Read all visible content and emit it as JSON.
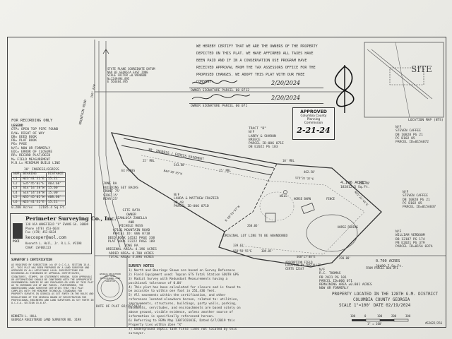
{
  "certificate": {
    "lines": [
      "WE HEREBY CERTIFY THAT WE ARE THE OWNERS OF THE PROPERTY",
      "DEPICTED ON THIS PLAT.  WE HAVE AFFIRMED ALL TAXES HAVE",
      "BEEN PAID AND IF IN A CONSERVATION USE PROGRAM HAVE",
      "RECEIVED APPROVAL FROM THE TAX ASSESSORS OFFICE FOR THE",
      "PROPOSED CHANGES.  WE ADOPT THIS PLAT WITH OUR FREE",
      "CONSENT."
    ],
    "signature_1_date": "2/20/2024",
    "owner_line_1": "OWNER SIGNATURE   PARCEL 00 0712",
    "signature_2_date": "2/20/2024",
    "owner_line_2": "OWNER SIGNATURE   PARCEL 00 071"
  },
  "approved_stamp": {
    "title": "APPROVED",
    "line1": "Columbia County",
    "line2": "Planning",
    "line3": "Commission",
    "date": "2-21-24"
  },
  "location_map": {
    "site_label": "SITE",
    "caption": "LOCATION MAP (NTS)"
  },
  "datum": {
    "lines": [
      "STATE PLANE COORDINATE DATUM",
      "NAD 83 GEORGIA EAST ZONE",
      "SCALE FACTOR =0.9998888",
      "N=1249494.895",
      "E 564484.495"
    ]
  },
  "recording": "FOR RECORDING ONLY",
  "legend": {
    "title": "LEGEND",
    "items": [
      "OTP= OPEN TOP PIPE FOUND",
      "R/W= RIGHT OF WAY",
      "DB= DEED BOOK",
      "PB= PLAT BOOK",
      "PG= PAGE",
      "N/F= NOW OR FORMERLY",
      "EOC= ERROR OF CLOSURE",
      "RP= RECORD PLAT/DEED",
      "M= FIELD MEASUREMENT",
      "M.B.L= MINIMUM BUILD LINE"
    ]
  },
  "easement_table": {
    "title": "30' INGRESS/EGRESS",
    "headers": [
      "NUM",
      "BEARING",
      "DISTANCE"
    ],
    "rows": [
      [
        "L1",
        "N23°41'52\"E",
        "15.21'"
      ],
      [
        "L2",
        "S35°45'02\"E",
        "403.68'"
      ],
      [
        "L3",
        "S14°14'58\"W",
        "15.00'"
      ],
      [
        "L4",
        "S14°14'58\"W",
        "15.00'"
      ],
      [
        "L5",
        "N35°45'02\"W",
        "408.66'"
      ],
      [
        "L6",
        "N23°41'52\"E",
        "15.21'"
      ]
    ],
    "area_label": "0.280   Acres",
    "area_sqft": "12185.4   Sq.Ft."
  },
  "company": {
    "name": "Perimeter Surveying Co., Inc.",
    "address": "138 ASA WAKEFIELD \"A\" EVANS GA. 30809",
    "phone": "Phone (478) 453-6634",
    "fax": "Fax (478) 453-6634",
    "email": "kecooper@aol.com",
    "surveyor": "Kenneth L. Hall, Jr. R.L.S. #3198",
    "coa": "COA#: LSF001123",
    "logo_text": "PSCI"
  },
  "surveyor_certification": {
    "title": "SURVEYOR'S CERTIFICATION",
    "text": "AS REQUIRED BY SUBSECTION (d) OF O.C.G.A. SECTION 15-6-67, THIS PLAT HAS BEEN PREPARED BY A LAND SURVEYOR AND APPROVED BY ALL APPLICABLE LOCAL JURISDICTIONS FOR RECORDING AS EVIDENCED BY APPROVAL CERTIFICATES, SIGNATURES, STAMPS, OR STATEMENTS HEREON. SUCH APPROVALS OR AFFIRMATIONS SHOULD BE CONFIRMED WITH THE APPROPRIATE GOVERNMENTAL BODIES BY ANY PURCHASER OR USER OF THIS PLAT AS TO INTENDED USE OF ANY PARCEL. FURTHERMORE, THE UNDERSIGNED LAND SURVEYOR CERTIFIES THAT THIS PLAT COMPLIES WITH THE MINIMUM TECHNICAL STANDARDS FOR PROPERTY SURVEYS IN GEORGIA AS SET FORTH IN THE RULES AND REGULATIONS OF THE GEORGIA BOARD OF REGISTRATION FOR PROFESSIONAL ENGINEERS AND LAND SURVEYORS AS SET FORTH IN O.C.G.A. SECTION 15-6-67.",
    "signer": "KENNETH L. HALL",
    "reg": "GEORGIA REGISTERED LAND SURVEYOR NO. 3198",
    "seal_text": "GEORGIA REGISTERED No. 3198 PROFESSIONAL LAND SURVEYOR",
    "plat_date": "DATE OF PLAT 02/19/2024"
  },
  "survey_notes": {
    "title": "SURVEY NOTES",
    "items": [
      "1) North and Bearings Shown are based on Survey Reference",
      "2) Field Equipment used: Topcon GTS Total Station SOUTH GPS",
      "3) Radial Survey with Redundant Measurements having a positional tolerance of 0.04'",
      "4) This plat has been calculated for closure and is found to be accurate to within one foot in 251,436 feet.",
      "5) All easements within the certification, and other references located elsewhere hereon, related to: utilities, improvements, structures, buildings, party walls, parking, easements, servitudes, and encroachments are based solely on above ground, visible evidence, unless another source of information is specifically referenced hereon.",
      "6) Referring to FEMA Map 13073C0101E, Dated 6/7/2019 this Property lies within Zone \"X\"",
      "7) Underground septic tank field lines not located by this surveyor."
    ]
  },
  "property": {
    "line1": "PROPERTY LOCATED IN THE 128TH G.M. DISTRICT",
    "line2": "COLUMBIA COUNTY GEORGIA",
    "line3": "SCALE 1\"=100'      DATE 02/19/2024",
    "scale_ticks": [
      "100",
      "0",
      "100",
      "200",
      "300"
    ],
    "scale_caption": "1\" = 100'"
  },
  "sheet_number": "#S2022/256",
  "site_data": {
    "title": "SITE DATA",
    "lines": [
      "OWNER",
      "GIANLUCA ZANELLA",
      "AND",
      "MICHELE ROSS",
      "#7161 MOUNTAIN ROAD",
      "PARCEL ID: 006 071B",
      "DEED BOOK 14532 PAGE 338",
      "PLAT BOOK 22222 PAGE 189",
      "ZONE RA",
      "ORIGINAL AREA= 4.196 ACRES",
      "ADDED AREA= 0.700 ACRES",
      "TOTAL AREA= 4.896 ACRES"
    ]
  },
  "zone_block": {
    "lines": [
      "ZONE RA",
      "BUILDING SET BACKS",
      "FRONT 75'",
      "SIDE 15'",
      "REAR 25'"
    ]
  },
  "parcels": {
    "tract": [
      "TRACT \"B\"",
      "N/F",
      "LARRY & SHARON",
      "BREECE",
      "PARCEL ID-006 071E",
      "DB E2022 PG 183"
    ],
    "caffee_1": [
      "N/F",
      "STEVEN CAFFEE",
      "DB 10828 PG 21",
      "PC B102 85",
      "PARCEL ID=015A072"
    ],
    "caffee_2": [
      "N/F",
      "STEVEN CAFFEE",
      "DB 10828 PG 21",
      "PC B102 85",
      "PARCEL ID=015A037"
    ],
    "verdoom": [
      "N/F",
      "WILLIAM VERDOOM",
      "DB 12187 PG 174",
      "PB E2021 PG 379",
      "PARCEL ID=015A 037A"
    ],
    "frazier": [
      "N/F",
      "LAURA & MATTHEW FRAZIER",
      "DB 48",
      "PARCEL ID-006 071D"
    ],
    "thomas": [
      "N/F",
      "R.C. THOMAS",
      "PB 2021 PG 101",
      "PARCEL ID=006 071",
      "REMAINING AREA ±0.801 ACRES",
      "NOW OR FORMERLY"
    ]
  },
  "plan_labels": {
    "easement": "30' INGRESS / EGRESS EASEMENT",
    "road": "MOUNTAIN ROAD",
    "road_rw": "100' R/W",
    "acres_main": "4.196 ACRES",
    "acres_sqft": "182812.5 Sq.Ft.",
    "acres_add": "0.700 ACRES",
    "acres_add_sqft": "30490.7 Sq.Ft.",
    "well": "WELL",
    "horse_barn": "HORSE BARN",
    "horse_riding": "HORSE RIDING",
    "fence": "FENCE",
    "original_lot": "ORIGINAL LOT LINE TO BE ABANDONED",
    "b1": "S79°31'37\"E",
    "b1d": "462.50'",
    "b2": "N25°22'44\"E",
    "b2d": "180.70'",
    "b3": "N44°38'55\"W",
    "b3d": "543.80'",
    "b4": "S68°59'55\"E",
    "b4d": "309.85'",
    "b5": "S68°17'08\"E",
    "b5d": "290.00'",
    "b6": "339.61'",
    "b7": "N 68°53'07\"W",
    "b8": "260.06'",
    "setback_10": "10' MBL",
    "setback_15": "15' MBL",
    "setback_25": "25' MBL",
    "ex_trees": "EX PINES",
    "from_parcel": "FROM PARCEL 006 071",
    "rebar": "ABSORPTION FIELD LOCATION BY INSTALLER CERTS 12347"
  }
}
